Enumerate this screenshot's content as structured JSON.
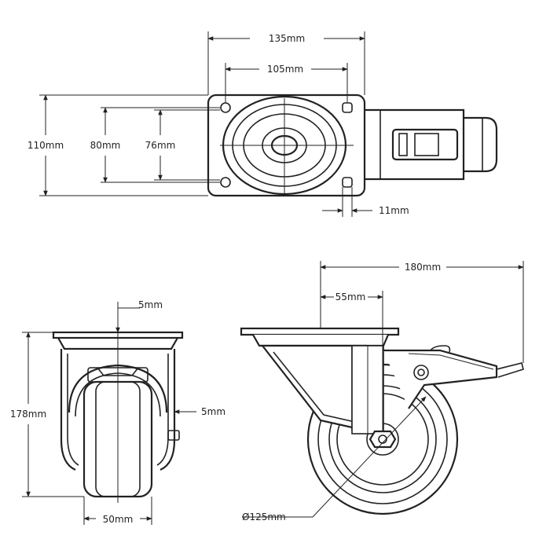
{
  "top_view": {
    "overall_width": "135mm",
    "bolt_hole_spacing_x": "105mm",
    "overall_length": "110mm",
    "bolt_hole_spacing_y_outer": "80mm",
    "bolt_hole_spacing_y_inner": "76mm",
    "bolt_hole_size": "11mm"
  },
  "front_view": {
    "plate_thickness": "5mm",
    "overall_height": "178mm",
    "fork_thickness": "5mm",
    "wheel_width": "50mm"
  },
  "side_view": {
    "overall_length": "180mm",
    "offset": "55mm",
    "wheel_diameter": "Ø125mm"
  },
  "colors": {
    "line": "#222222",
    "background": "#ffffff"
  }
}
